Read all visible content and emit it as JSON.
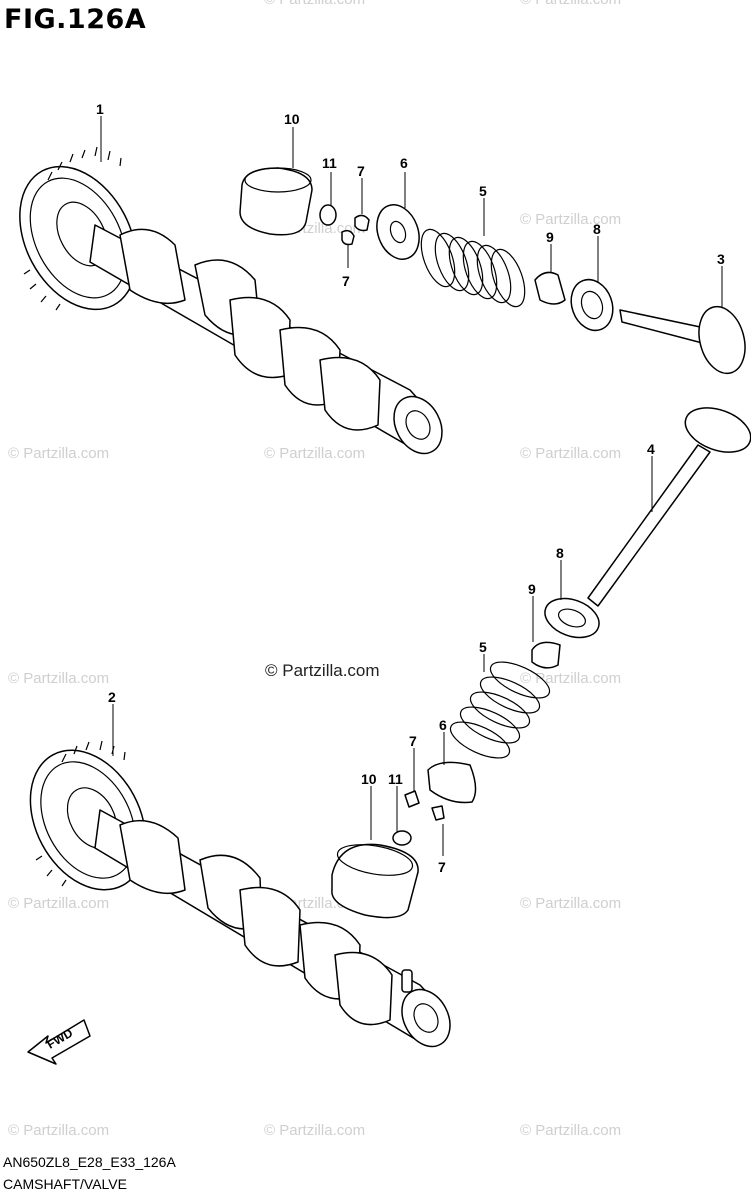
{
  "figure": {
    "title": "FIG.126A",
    "code": "AN650ZL8_E28_E33_126A",
    "name": "CAMSHAFT/VALVE",
    "center_mark": "© Partzilla.com"
  },
  "watermark": {
    "text": "© Partzilla.com"
  },
  "callouts": [
    "1",
    "10",
    "11",
    "7",
    "6",
    "7",
    "5",
    "9",
    "8",
    "3",
    "4",
    "8",
    "9",
    "5",
    "6",
    "7",
    "11",
    "10",
    "7",
    "2"
  ],
  "fwd_label": "FWD",
  "icons": {
    "fwd_arrow": "fwd-arrow-icon"
  }
}
